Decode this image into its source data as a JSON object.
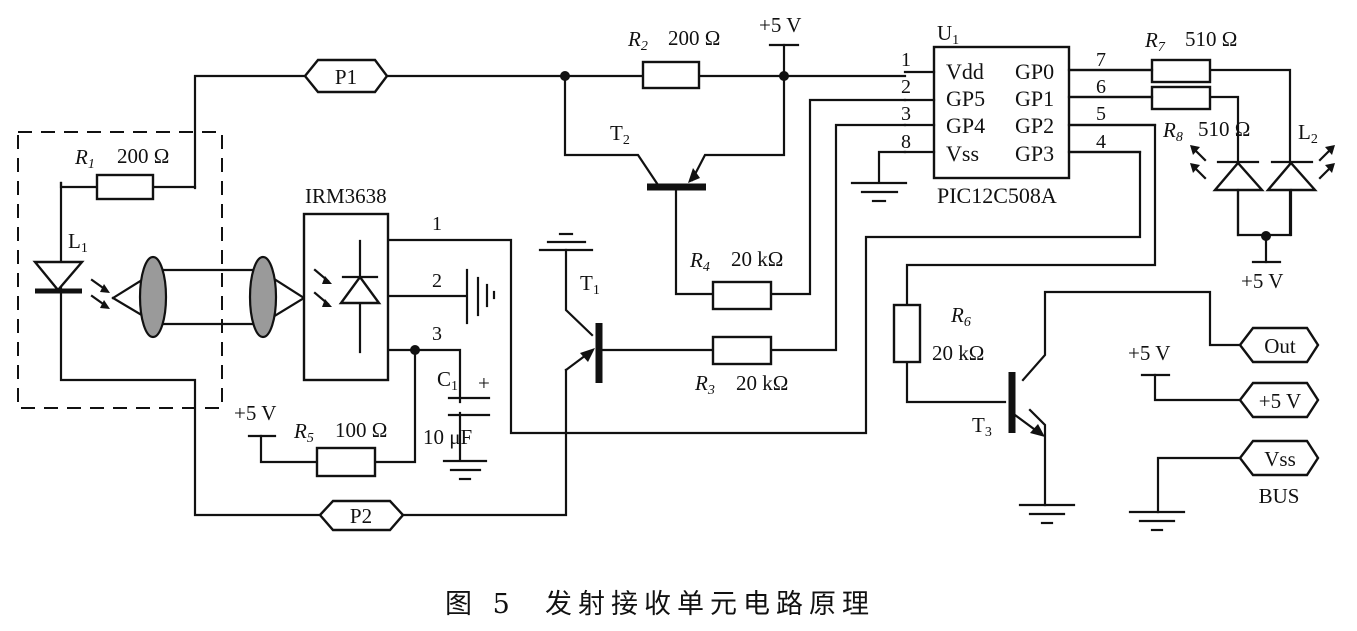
{
  "figure": {
    "caption_number": "图 5",
    "caption_text": "发射接收单元电路原理"
  },
  "connectors": {
    "p1": "P1",
    "p2": "P2",
    "out": "Out",
    "vcc": "+5 V",
    "vss": "Vss",
    "bus_label": "BUS"
  },
  "resistors": {
    "r1": {
      "ref": "R",
      "sub": "1",
      "value": "200 Ω"
    },
    "r2": {
      "ref": "R",
      "sub": "2",
      "value": "200 Ω"
    },
    "r3": {
      "ref": "R",
      "sub": "3",
      "value": "20 kΩ"
    },
    "r4": {
      "ref": "R",
      "sub": "4",
      "value": "20 kΩ"
    },
    "r5": {
      "ref": "R",
      "sub": "5",
      "value": "100 Ω"
    },
    "r6": {
      "ref": "R",
      "sub": "6",
      "value": "20 kΩ"
    },
    "r7": {
      "ref": "R",
      "sub": "7",
      "value": "510 Ω"
    },
    "r8": {
      "ref": "R",
      "sub": "8",
      "value": "510 Ω"
    }
  },
  "transistors": {
    "t1": {
      "ref": "T",
      "sub": "1"
    },
    "t2": {
      "ref": "T",
      "sub": "2"
    },
    "t3": {
      "ref": "T",
      "sub": "3"
    }
  },
  "leds": {
    "l1": {
      "ref": "L",
      "sub": "1"
    },
    "l2": {
      "ref": "L",
      "sub": "2"
    }
  },
  "capacitor": {
    "ref": "C",
    "sub": "1",
    "value": "10 μF",
    "plus": "+"
  },
  "receiver": {
    "name": "IRM3638",
    "pins": [
      "1",
      "2",
      "3"
    ]
  },
  "mcu": {
    "ref": "U",
    "sub": "1",
    "part": "PIC12C508A",
    "left_pins": [
      {
        "num": "1",
        "name": "Vdd"
      },
      {
        "num": "2",
        "name": "GP5"
      },
      {
        "num": "3",
        "name": "GP4"
      },
      {
        "num": "8",
        "name": "Vss"
      }
    ],
    "right_pins": [
      {
        "num": "7",
        "name": "GP0"
      },
      {
        "num": "6",
        "name": "GP1"
      },
      {
        "num": "5",
        "name": "GP2"
      },
      {
        "num": "4",
        "name": "GP3"
      }
    ]
  },
  "supply_labels": {
    "top": "+5 V",
    "r5": "+5 V",
    "led": "+5 V",
    "bus_side": "+5 V"
  }
}
